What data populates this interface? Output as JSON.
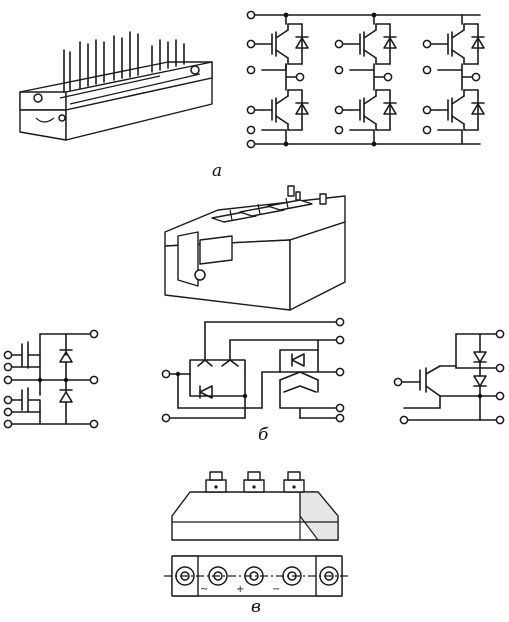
{
  "labels": {
    "a": "а",
    "b": "б",
    "v": "в"
  },
  "terminal_marks": {
    "minus_left": "~",
    "plus": "+",
    "minus": "−"
  },
  "colors": {
    "ink": "#1a1a1a",
    "background": "#ffffff"
  }
}
